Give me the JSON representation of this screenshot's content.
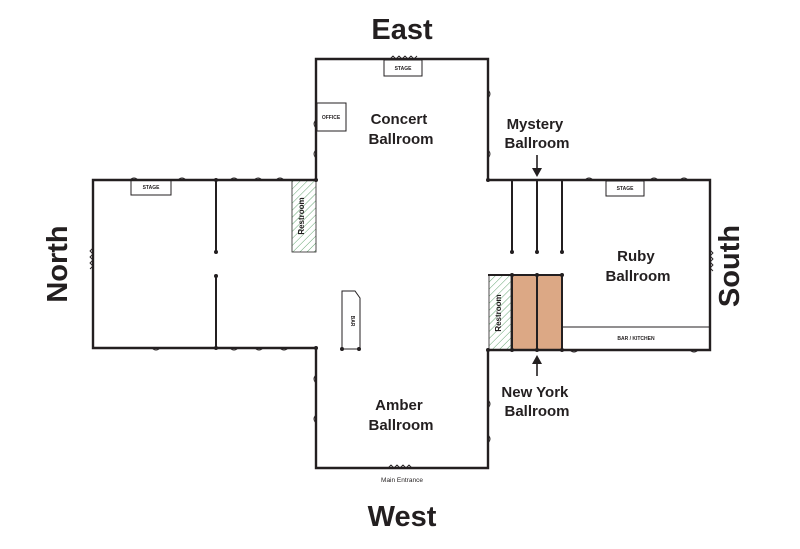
{
  "compass": {
    "east": "East",
    "west": "West",
    "north": "North",
    "south": "South"
  },
  "rooms": {
    "concert": [
      "Concert",
      "Ballroom"
    ],
    "mystery": [
      "Mystery",
      "Ballroom"
    ],
    "ruby": [
      "Ruby",
      "Ballroom"
    ],
    "amber": [
      "Amber",
      "Ballroom"
    ],
    "new_york": [
      "New York",
      "Ballroom"
    ]
  },
  "labels": {
    "stage": "STAGE",
    "office": "OFFICE",
    "restroom": "Restroom",
    "bar": "BAR",
    "bar_kitchen": "BAR / KITCHEN",
    "main_entrance": "Main Entrance"
  },
  "colors": {
    "wall": "#231f20",
    "new_york_fill": "#dca885",
    "restroom_hatch": "#3f8f4f"
  }
}
